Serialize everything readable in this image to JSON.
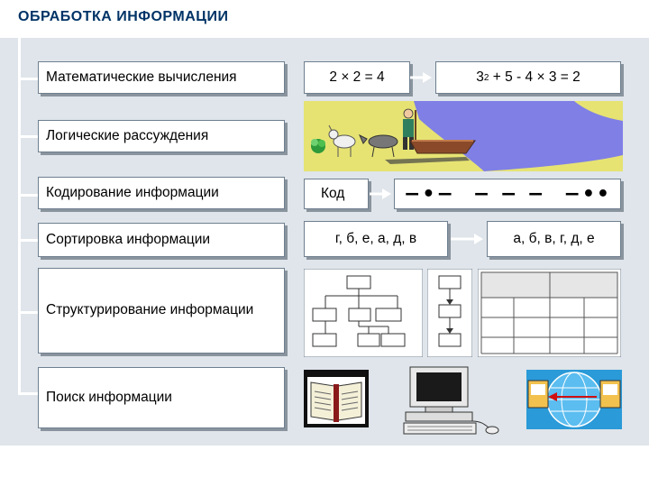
{
  "title": "ОБРАБОТКА  ИНФОРМАЦИИ",
  "rows": [
    {
      "label": "Математические  вычисления"
    },
    {
      "label": "Логические рассуждения"
    },
    {
      "label": "Кодирование  информации"
    },
    {
      "label": "Сортировка  информации"
    },
    {
      "label": "Структурирование информации"
    },
    {
      "label": "Поиск  информации"
    }
  ],
  "math": {
    "simple": "2 × 2 = 4",
    "complex_base": "3",
    "complex_exp": "2",
    "complex_rest": " + 5 - 4 × 3 = 2"
  },
  "coding": {
    "word": "Код",
    "morse_1": "−•−",
    "morse_2": "− − −",
    "morse_3": "−••"
  },
  "sorting": {
    "unsorted": "г, б, е, а, д, в",
    "sorted": "а, б, в, г, д, е"
  },
  "colors": {
    "panel": "#dfe5ea",
    "title": "#003366",
    "river": "#7f7fe6",
    "meadow": "#e6e373",
    "box_fill": "#ffffff"
  }
}
